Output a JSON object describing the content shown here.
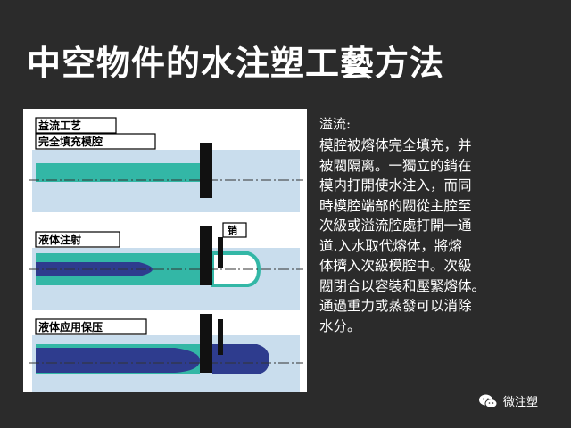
{
  "title": "中空物件的水注塑工藝方法",
  "diagram": {
    "stage_1_label": "益流工艺",
    "stage_2_label": "完全填充模腔",
    "stage_3_label": "液体注射",
    "stage_4_label": "液体应用保压",
    "pin_label": "销",
    "colors": {
      "mold": "#c9dded",
      "melt": "#33b7a6",
      "water": "#2e3c8e",
      "pin": "#111111"
    }
  },
  "description": {
    "heading": "溢流:",
    "lines": [
      "模腔被熔体完全填充，并",
      "被閥隔离。一獨立的銷在",
      "模内打開使水注入，而同",
      "時模腔端部的閥從主腔至",
      "次級或溢流腔處打開一通",
      "道.入水取代熔体，將熔",
      "体擠入次級模腔中。次級",
      "閥閉合以容裝和壓緊熔体。",
      "通過重力或蒸發可以消除",
      "水分。"
    ]
  },
  "watermark": {
    "text": "微注塑"
  }
}
